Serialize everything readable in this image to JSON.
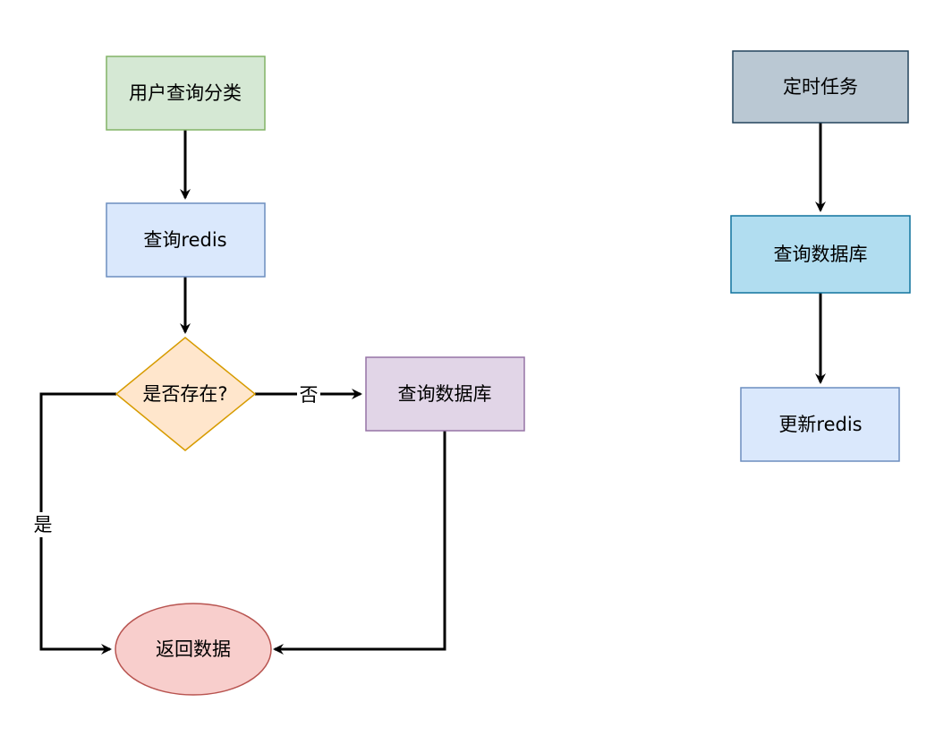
{
  "left_flow": {
    "start": {
      "label": "用户查询分类",
      "fill": "#d5e8d4",
      "stroke": "#82b366"
    },
    "query_redis": {
      "label": "查询redis",
      "fill": "#dae8fc",
      "stroke": "#6c8ebf"
    },
    "decision": {
      "label": "是否存在?",
      "fill": "#ffe6cc",
      "stroke": "#d79b00"
    },
    "query_db": {
      "label": "查询数据库",
      "fill": "#e1d5e7",
      "stroke": "#9673a6"
    },
    "return_data": {
      "label": "返回数据",
      "fill": "#f8cecc",
      "stroke": "#b85450"
    },
    "no_label": "否",
    "yes_label": "是"
  },
  "right_flow": {
    "timer": {
      "label": "定时任务",
      "fill": "#bac8d3",
      "stroke": "#23445d"
    },
    "query_db": {
      "label": "查询数据库",
      "fill": "#b1ddf0",
      "stroke": "#10739e"
    },
    "update_redis": {
      "label": "更新redis",
      "fill": "#dae8fc",
      "stroke": "#6c8ebf"
    }
  },
  "edge_color": "#000000"
}
